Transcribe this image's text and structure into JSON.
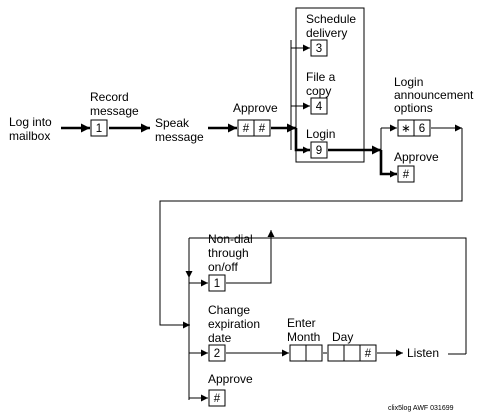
{
  "labels": {
    "log_into_mailbox": [
      "Log into",
      "mailbox"
    ],
    "record_message": [
      "Record",
      "message"
    ],
    "speak_message": [
      "Speak",
      "message"
    ],
    "approve": "Approve",
    "schedule_delivery": [
      "Schedule",
      "delivery"
    ],
    "file_a_copy": [
      "File a",
      "copy"
    ],
    "login": "Login",
    "login_announcement_options": [
      "Login",
      "announcement",
      "options"
    ],
    "non_dial_through": [
      "Non-dial",
      "through",
      "on/off"
    ],
    "change_expiration_date": [
      "Change",
      "expiration",
      "date"
    ],
    "enter": "Enter",
    "month": "Month",
    "day": "Day",
    "listen": "Listen"
  },
  "keys": {
    "record": "1",
    "approve_1": "#",
    "approve_2": "#",
    "schedule": "3",
    "file": "4",
    "login": "9",
    "announce_star": "∗",
    "announce_6": "6",
    "announce_approve": "#",
    "non_dial": "1",
    "change_date": "2",
    "day_hash": "#",
    "final_approve": "#"
  },
  "caption": "clix5log AWF 031699"
}
